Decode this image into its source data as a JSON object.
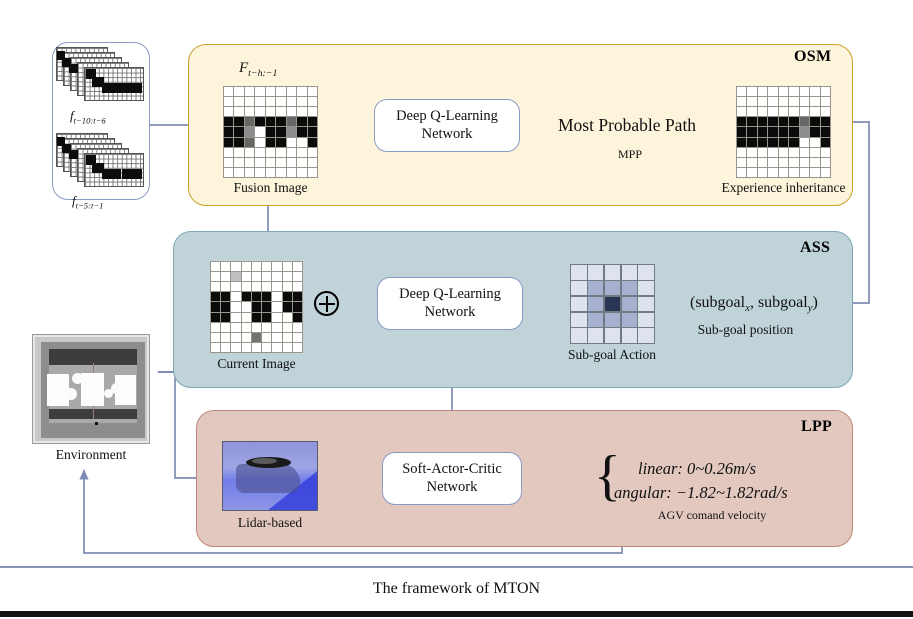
{
  "figure": {
    "caption": "The framework of MTON",
    "title": "The framework of MTON"
  },
  "panels": {
    "osm": {
      "title": "OSM"
    },
    "ass": {
      "title": "ASS"
    },
    "lpp": {
      "title": "LPP"
    }
  },
  "input_stacks": {
    "label_top": "f",
    "label_top_sub": "t−10:t−6",
    "label_bottom": "f",
    "label_bottom_sub": "t−5:t−1"
  },
  "osm": {
    "fusion_symbol": "F",
    "fusion_symbol_sub": "t−h:−1",
    "fusion_caption": "Fusion Image",
    "network_line1": "Deep Q-Learning",
    "network_line2": "Network",
    "mpp_text": "Most Probable Path",
    "mpp_abbrev": "MPP",
    "experience_caption": "Experience inheritance"
  },
  "ass": {
    "current_caption": "Current Image",
    "combine_operator": "⊕",
    "network_line1": "Deep Q-Learning",
    "network_line2": "Network",
    "action_caption": "Sub-goal Action",
    "subgoal_expr_open": "(subgoal",
    "subgoal_sub_x": "x",
    "subgoal_mid": ", subgoal",
    "subgoal_sub_y": "y",
    "subgoal_close": ")",
    "subgoal_caption": "Sub-goal position"
  },
  "lpp": {
    "lidar_caption": "Lidar-based",
    "network_line1": "Soft-Actor-Critic",
    "network_line2": "Network",
    "velocity_linear": "linear: 0~0.26m/s",
    "velocity_angular": "angular: −1.82~1.82rad/s",
    "velocity_caption": "AGV comand velocity"
  },
  "environment": {
    "caption": "Environment"
  },
  "colors": {
    "osm_bg": "#fdf4dc",
    "osm_border": "#c9a227",
    "ass_bg": "#bfd3d9",
    "ass_border": "#7fa8b4",
    "lpp_bg": "#e3c8bf",
    "lpp_border": "#bd8878",
    "arrow": "#7f8bb5",
    "box_border": "#8b9bc4",
    "text": "#111111"
  },
  "chart_data": {
    "type": "table",
    "title": "Grid occupancy maps",
    "grids": {
      "fusion_image": {
        "rows": 9,
        "cols": 9,
        "note": "9x9 occupancy; rows 4-6 contain black corridor blocks with grey/white cells",
        "cells": [
          "0,0,0,0,0,0,0,0,0",
          "0,0,0,0,0,0,0,0,0",
          "0,0,0,0,0,0,0,0,0",
          "1,1,0.6,1,1,1,0.6,1,1",
          "1,1,0.45,0,1,1,0.45,1,1",
          "1,1,0.6,0,1,1,0,0,1",
          "0,0,0,0,0,0,0,0,0",
          "0,0,0,0,0,0,0,0,0",
          "0,0,0,0,0,0,0,0,0"
        ]
      },
      "experience_inheritance": {
        "rows": 9,
        "cols": 9,
        "cells": [
          "0,0,0,0,0,0,0,0,0",
          "0,0,0,0,0,0,0,0,0",
          "0,0,0,0,0,0,0,0,0",
          "1,1,1,1,1,1,0.6,1,1",
          "1,1,1,1,1,1,0.45,1,1",
          "1,1,1,1,1,1,0,0,1",
          "0,0,0,0,0,0,0,0,0",
          "0,0,0,0,0,0,0,0,0",
          "0,0,0,0,0,0,0,0,0"
        ]
      },
      "current_image": {
        "rows": 9,
        "cols": 9,
        "cells": [
          "0,0,0,0,0,0,0,0,0",
          "0,0,0.25,0,0,0,0,0,0",
          "0,0,0,0,0,0,0,0,0",
          "1,1,0,1,1,1,0,1,1",
          "1,1,0,0,1,1,0,1,1",
          "1,1,0,0,1,1,0,0,1",
          "0,0,0,0,0,0,0,0,0",
          "0,0,0,0,0.55,0,0,0,0",
          "0,0,0,0,0,0,0,0,0"
        ]
      },
      "subgoal_action": {
        "rows": 5,
        "cols": 5,
        "note": "concentric shading, darkest at center",
        "cells": [
          "0.06,0.06,0.06,0.06,0.06",
          "0.06,0.38,0.38,0.38,0.06",
          "0.06,0.38,1.00,0.38,0.06",
          "0.06,0.38,0.38,0.38,0.06",
          "0.06,0.06,0.06,0.06,0.06"
        ]
      }
    }
  }
}
